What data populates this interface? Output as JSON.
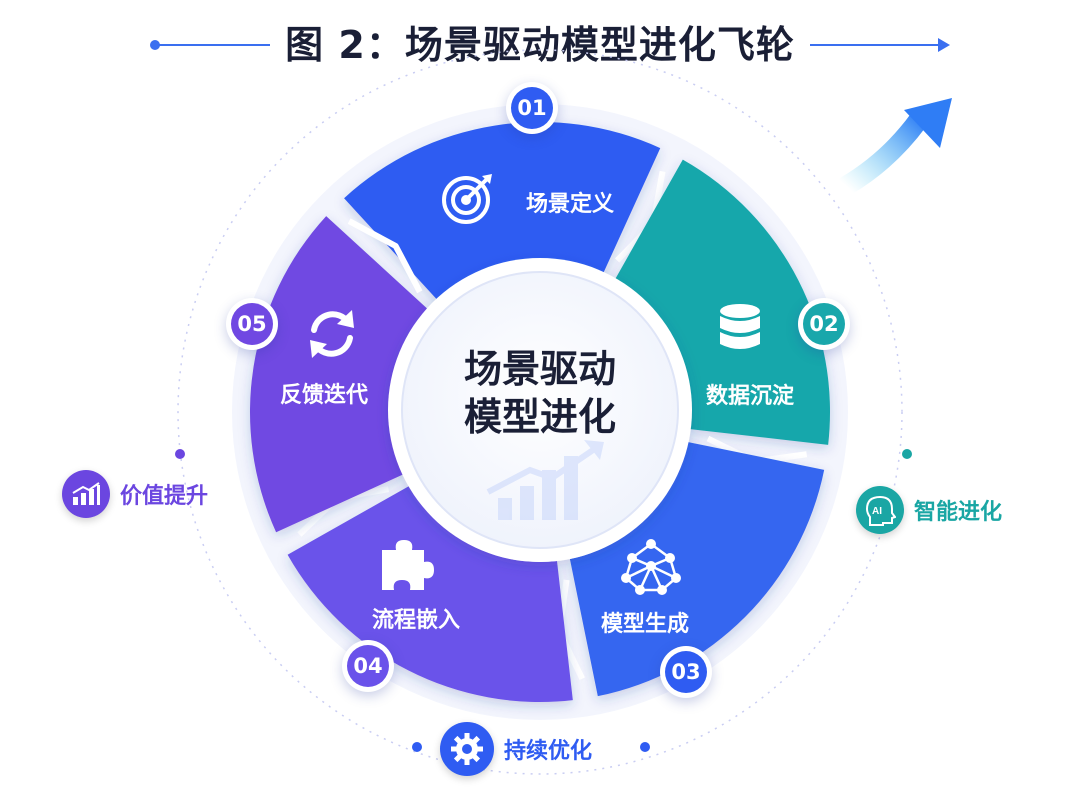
{
  "title": "图 2：场景驱动模型进化飞轮",
  "center": {
    "line1": "场景驱动",
    "line2": "模型进化"
  },
  "segments": [
    {
      "num": "01",
      "label": "场景定义",
      "color": "#2f5cf2",
      "icon": "target-icon"
    },
    {
      "num": "02",
      "label": "数据沉淀",
      "color": "#19a7ab",
      "icon": "database-icon"
    },
    {
      "num": "03",
      "label": "模型生成",
      "color": "#3566f0",
      "icon": "network-icon"
    },
    {
      "num": "04",
      "label": "流程嵌入",
      "color": "#6a52ea",
      "icon": "puzzle-icon"
    },
    {
      "num": "05",
      "label": "反馈迭代",
      "color": "#7048e2",
      "icon": "refresh-icon"
    }
  ],
  "side": {
    "left": {
      "label": "价值提升",
      "color": "#6b46e0",
      "icon": "growth-chart-icon"
    },
    "right": {
      "label": "智能进化",
      "color": "#1aa6a4",
      "icon": "ai-head-icon"
    },
    "bottom": {
      "label": "持续优化",
      "color": "#2f5cf2",
      "icon": "gear-icon"
    }
  }
}
